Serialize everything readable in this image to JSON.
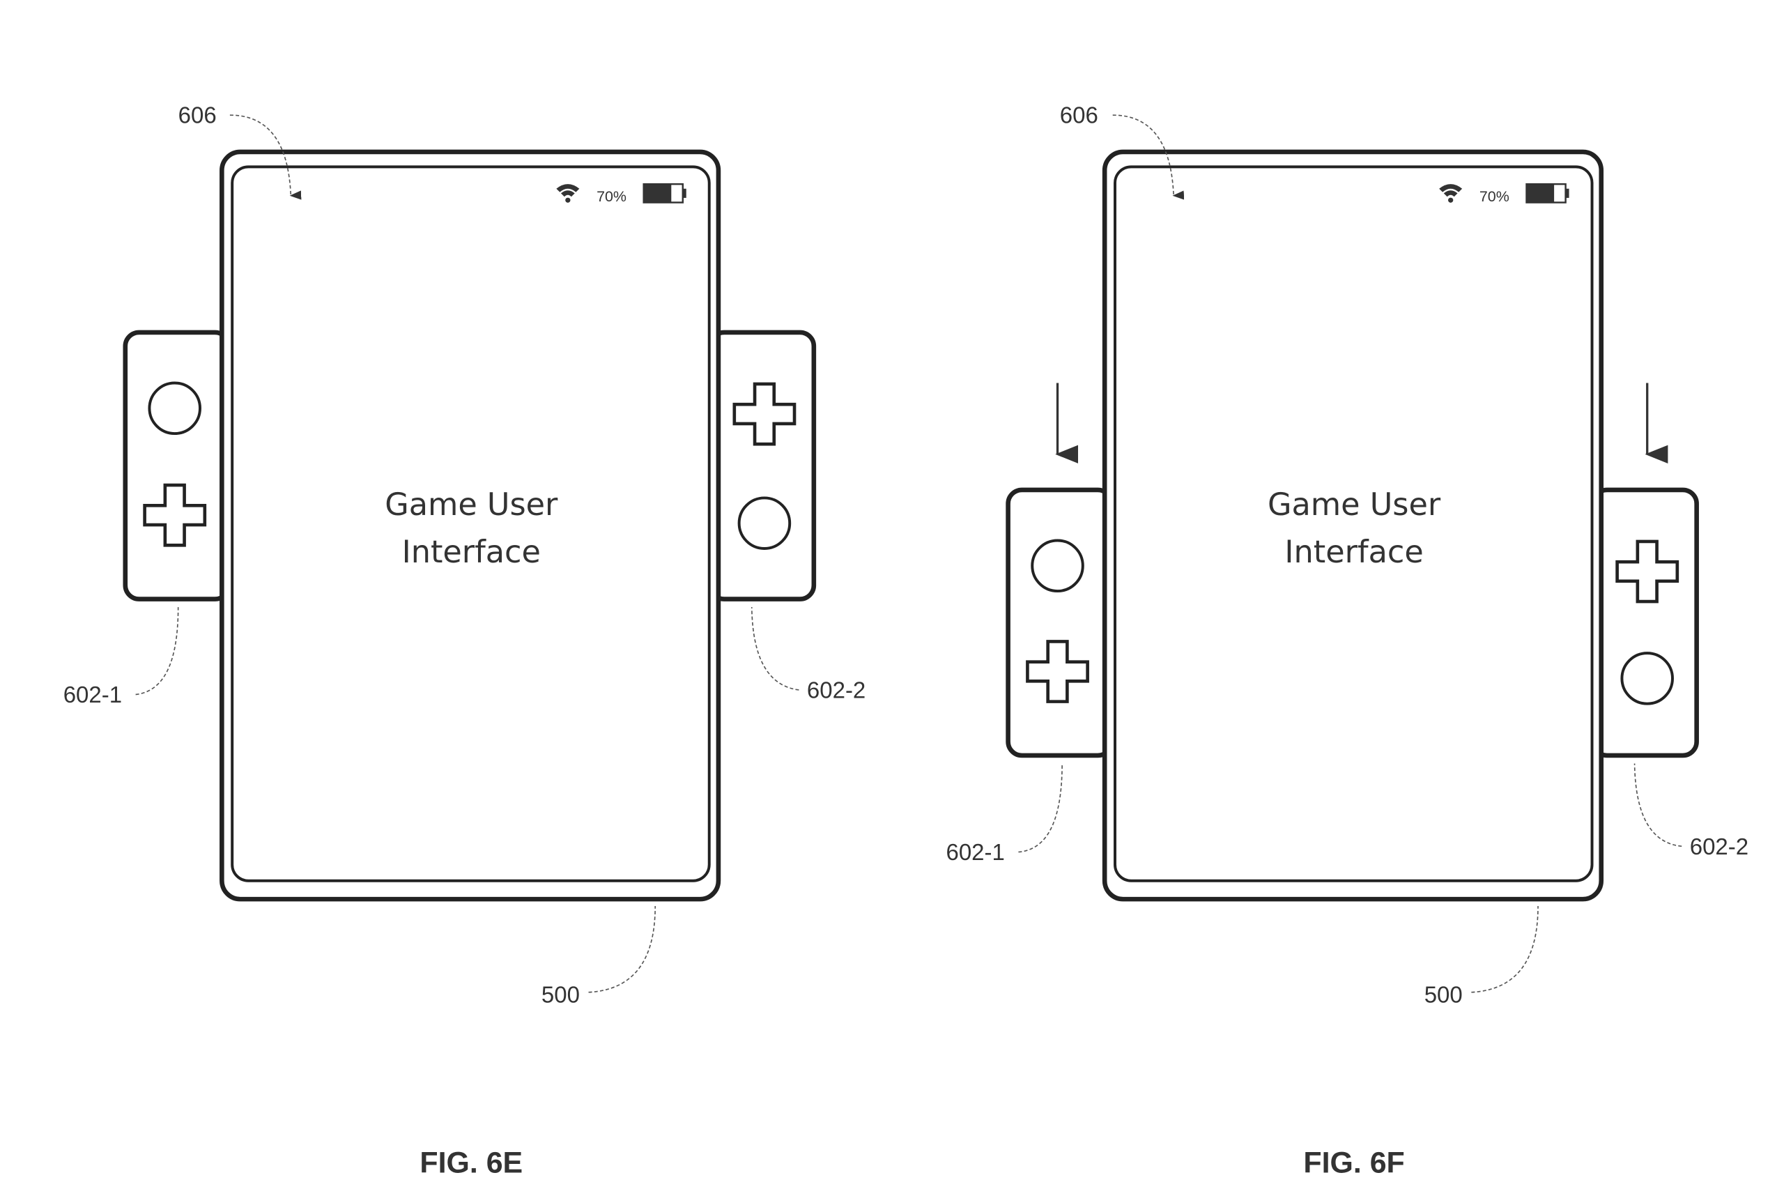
{
  "figures": [
    {
      "caption": "FIG. 6E",
      "screen_text": [
        "Game User",
        "Interface"
      ],
      "status": {
        "wifi_icon": "wifi-icon",
        "battery_text": "70%",
        "battery_level": 0.7
      },
      "labels": {
        "status_bar": "606",
        "left_controller": "602-1",
        "right_controller": "602-2",
        "device": "500"
      }
    },
    {
      "caption": "FIG. 6F",
      "screen_text": [
        "Game User",
        "Interface"
      ],
      "status": {
        "wifi_icon": "wifi-icon",
        "battery_text": "70%",
        "battery_level": 0.7
      },
      "labels": {
        "status_bar": "606",
        "left_controller": "602-1",
        "right_controller": "602-2",
        "device": "500"
      }
    }
  ]
}
